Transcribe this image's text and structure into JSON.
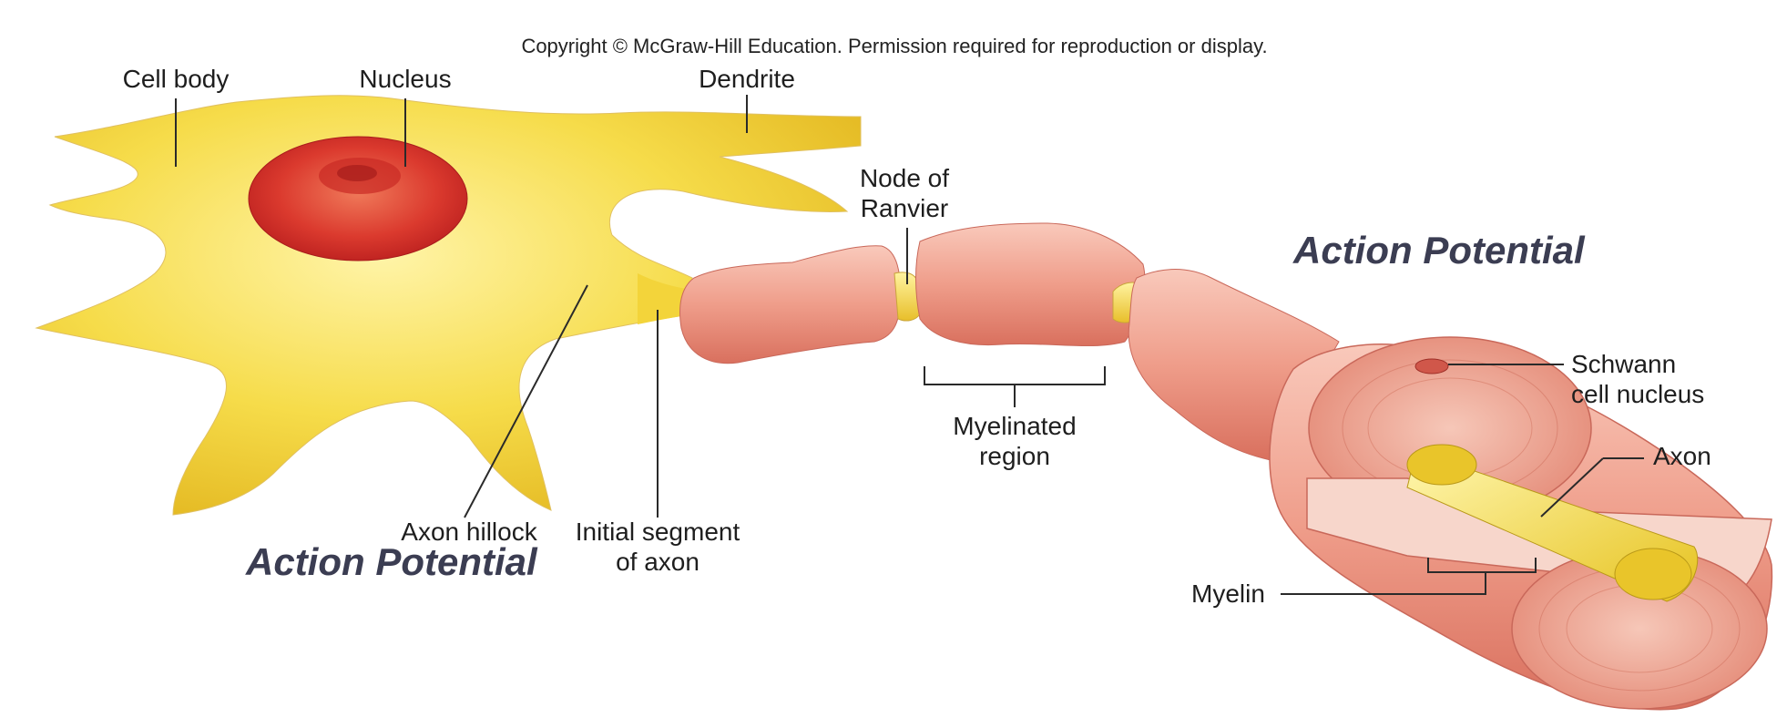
{
  "copyright": "Copyright © McGraw-Hill Education. Permission required for reproduction or display.",
  "labels": {
    "cell_body": "Cell body",
    "nucleus": "Nucleus",
    "dendrite": "Dendrite",
    "node_of_ranvier_line1": "Node of",
    "node_of_ranvier_line2": "Ranvier",
    "myelinated_region_line1": "Myelinated",
    "myelinated_region_line2": "region",
    "schwann_line1": "Schwann",
    "schwann_line2": "cell nucleus",
    "axon": "Axon",
    "myelin": "Myelin",
    "axon_hillock": "Axon hillock",
    "initial_segment_line1": "Initial segment",
    "initial_segment_line2": "of axon"
  },
  "callouts": {
    "action_potential_left": "Action Potential",
    "action_potential_right": "Action Potential"
  },
  "colors": {
    "cell_yellow": "#f3d43a",
    "nucleus_red": "#d8322a",
    "myelin_pink": "#ee9a88",
    "callout_text": "#3b3d52"
  }
}
